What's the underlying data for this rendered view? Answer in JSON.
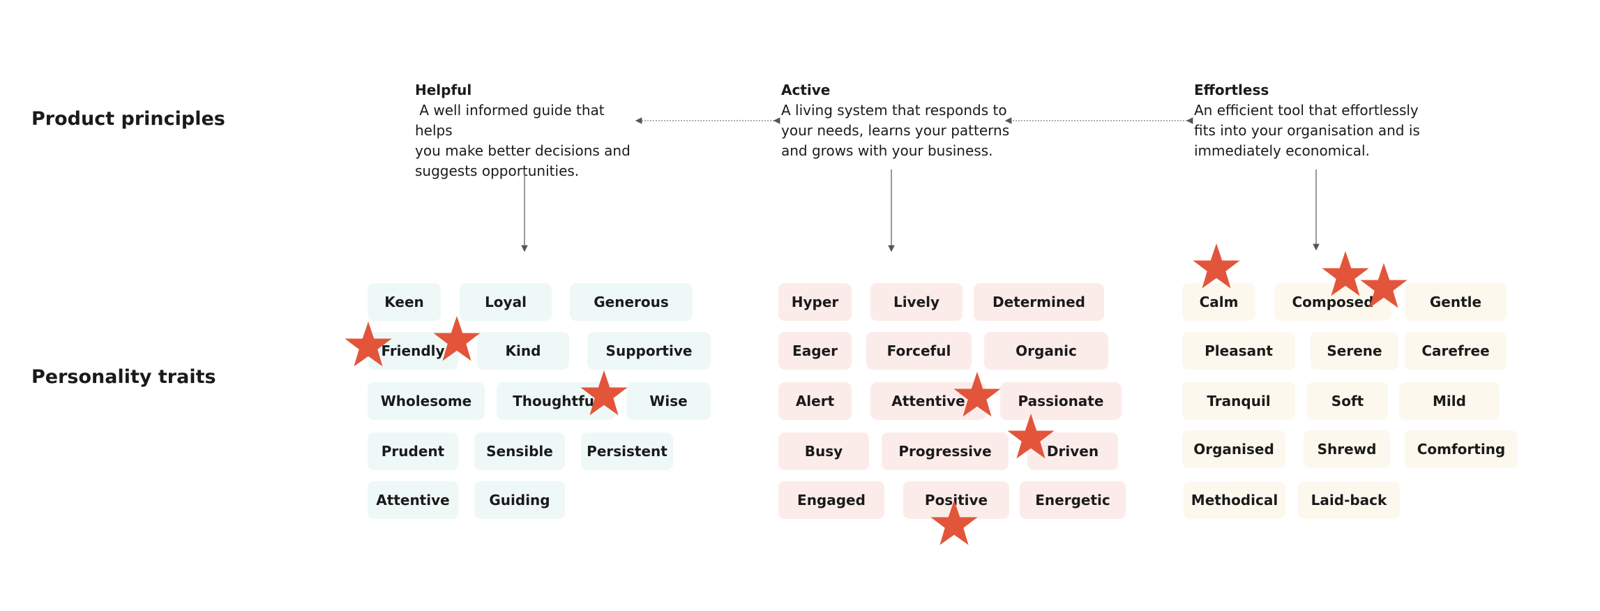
{
  "labels": {
    "principles": "Product principles",
    "traits": "Personality traits"
  },
  "principles": [
    {
      "title": "Helpful",
      "desc": " A well informed guide that helps\nyou make better decisions and\nsuggests opportunities."
    },
    {
      "title": "Active",
      "desc": "A living system that responds to\nyour needs, learns your patterns\nand grows with your business."
    },
    {
      "title": "Effortless",
      "desc": "An efficient tool that effortlessly\nfits into your organisation and is\nimmediately economical."
    }
  ],
  "traits": {
    "helpful": [
      "Keen",
      "Loyal",
      "Generous",
      "Friendly",
      "Kind",
      "Supportive",
      "Wholesome",
      "Thoughtful",
      "Wise",
      "Prudent",
      "Sensible",
      "Persistent",
      "Attentive",
      "Guiding"
    ],
    "active": [
      "Hyper",
      "Lively",
      "Determined",
      "Eager",
      "Forceful",
      "Organic",
      "Alert",
      "Attentive",
      "Passionate",
      "Busy",
      "Progressive",
      "Driven",
      "Engaged",
      "Positive",
      "Energetic"
    ],
    "effortless": [
      "Calm",
      "Composed",
      "Gentle",
      "Pleasant",
      "Serene",
      "Carefree",
      "Tranquil",
      "Soft",
      "Mild",
      "Organised",
      "Shrewd",
      "Comforting",
      "Methodical",
      "Laid-back"
    ]
  },
  "colors": {
    "helpful_chip": "#eef8f7",
    "active_chip": "#fbecea",
    "effortless_chip": "#fdf8ee",
    "star": "#e2553a",
    "arrow": "#555555"
  },
  "marker_icon": "star-icon"
}
